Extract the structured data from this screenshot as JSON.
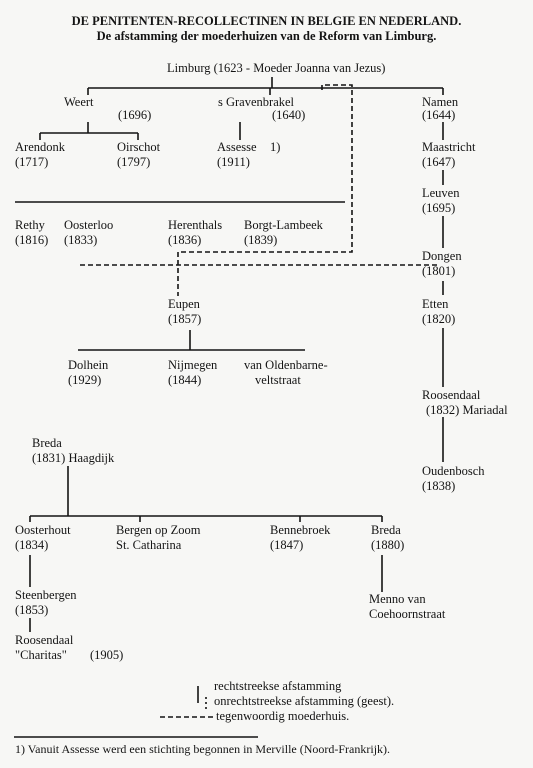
{
  "title": "DE PENITENTEN-RECOLLECTINEN IN BELGIE EN NEDERLAND.",
  "subtitle": "De afstamming der moederhuizen van de Reform van Limburg.",
  "nodes": {
    "limburg": "Limburg (1623 - Moeder Joanna van Jezus)",
    "weert_name": "Weert",
    "weert_year": "(1696)",
    "gravenbrakel_name": "s Gravenbrakel",
    "gravenbrakel_year": "(1640)",
    "namen_name": "Namen",
    "namen_year": "(1644)",
    "arendonk_name": "Arendonk",
    "arendonk_year": "(1717)",
    "oirschot_name": "Oirschot",
    "oirschot_year": "(1797)",
    "assesse_name": "Assesse",
    "assesse_note": "1)",
    "assesse_year": "(1911)",
    "maastricht_name": "Maastricht",
    "maastricht_year": "(1647)",
    "leuven_name": "Leuven",
    "leuven_year": "(1695)",
    "rethy_name": "Rethy",
    "rethy_year": "(1816)",
    "oosterloo_name": "Oosterloo",
    "oosterloo_year": "(1833)",
    "herenthals_name": "Herenthals",
    "herenthals_year": "(1836)",
    "borgt_name": "Borgt-Lambeek",
    "borgt_year": "(1839)",
    "dongen_name": "Dongen",
    "dongen_year": "(1801)",
    "eupen_name": "Eupen",
    "eupen_year": "(1857)",
    "etten_name": "Etten",
    "etten_year": "(1820)",
    "dolhein_name": "Dolhein",
    "dolhein_year": "(1929)",
    "nijmegen_name": "Nijmegen",
    "nijmegen_year": "(1844)",
    "oldenbarne_line1": "van Oldenbarne-",
    "oldenbarne_line2": "veltstraat",
    "roosendaal_name": "Roosendaal",
    "roosendaal_year": "(1832) Mariadal",
    "oudenbosch_name": "Oudenbosch",
    "oudenbosch_year": "(1838)",
    "breda1_name": "Breda",
    "breda1_year": "(1831) Haagdijk",
    "oosterhout_name": "Oosterhout",
    "oosterhout_year": "(1834)",
    "bergen_line1": "Bergen op Zoom",
    "bergen_line2": "St. Catharina",
    "bennebroek_name": "Bennebroek",
    "bennebroek_year": "(1847)",
    "breda2_name": "Breda",
    "breda2_year": "(1880)",
    "steenbergen_name": "Steenbergen",
    "steenbergen_year": "(1853)",
    "menno_line1": "Menno van",
    "menno_line2": "Coehoornstraat",
    "roosendaal2_name": "Roosendaal",
    "roosendaal2_sub": "\"Charitas\"",
    "roosendaal2_year": "(1905)"
  },
  "legend": {
    "direct": "rechtstreekse afstamming",
    "indirect": "onrechtstreekse afstamming (geest).",
    "current": "tegenwoordig moederhuis."
  },
  "footnote": "1) Vanuit Assesse werd een stichting begonnen in Merville (Noord-Frankrijk)."
}
